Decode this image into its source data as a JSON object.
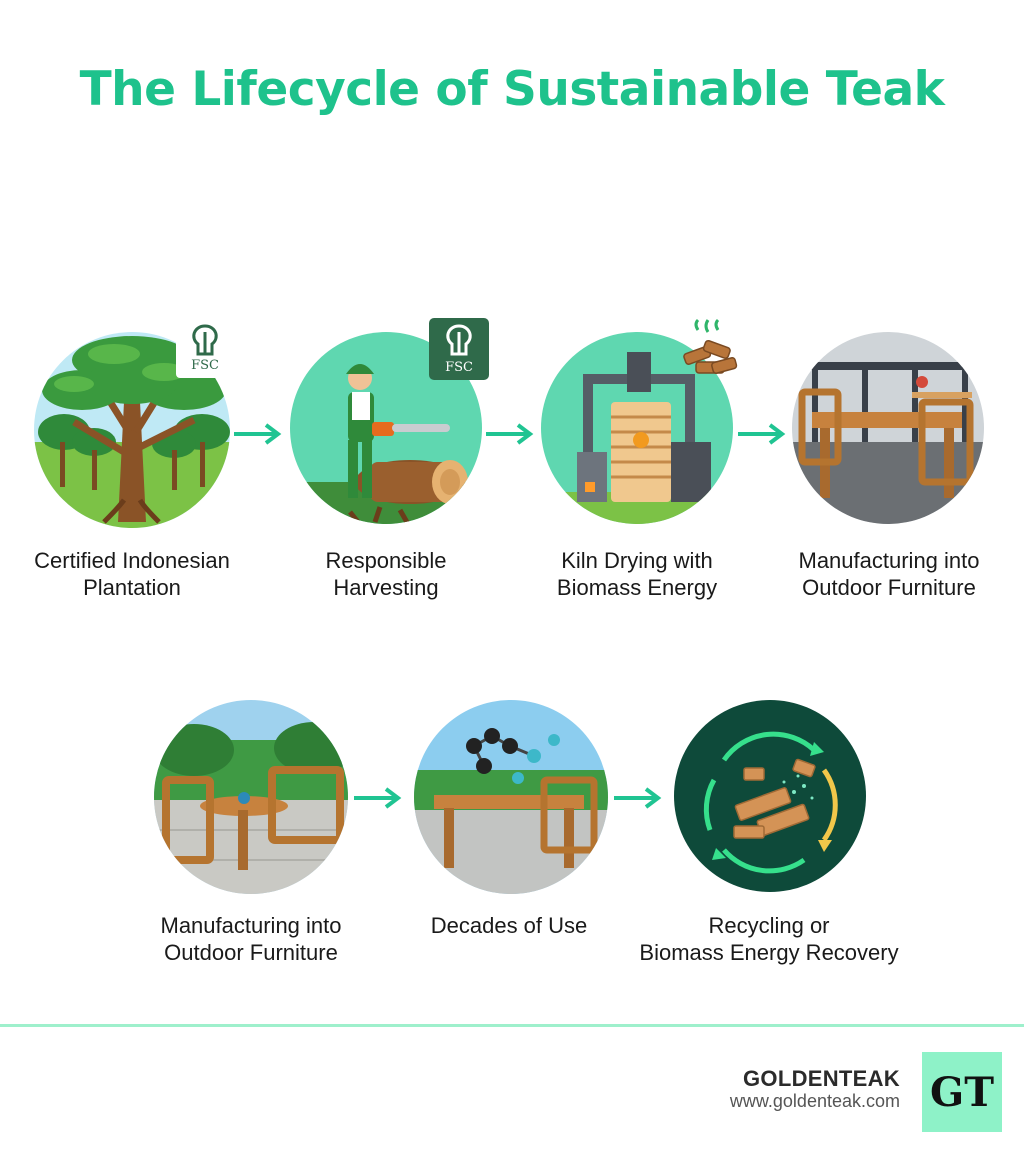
{
  "title": "The Lifecycle of Sustainable Teak",
  "colors": {
    "title": "#1ec28c",
    "arrow": "#20c492",
    "divider": "#9ef0cc",
    "logo_bg": "#8ef2c8",
    "badge_bg": "#2f6a4a"
  },
  "steps": [
    {
      "lines": [
        "Certified Indonesian",
        "Plantation"
      ],
      "icon": "teak-plantation-icon",
      "badge": "FSC"
    },
    {
      "lines": [
        "Responsible",
        "Harvesting"
      ],
      "icon": "chainsaw-harvesting-icon",
      "badge": "FSC"
    },
    {
      "lines": [
        "Kiln Drying with",
        "Biomass Energy"
      ],
      "icon": "biomass-kiln-icon"
    },
    {
      "lines": [
        "Manufacturing into",
        "Outdoor Furniture"
      ],
      "icon": "furniture-workshop-icon"
    },
    {
      "lines": [
        "Manufacturing into",
        "Outdoor Furniture"
      ],
      "icon": "garden-furniture-icon"
    },
    {
      "lines": [
        "Decades of Use"
      ],
      "icon": "patio-table-molecule-icon"
    },
    {
      "lines": [
        "Recycling or",
        "Biomass Energy Recovery"
      ],
      "icon": "recycling-wood-icon"
    }
  ],
  "footer": {
    "brand": "GOLDENTEAK",
    "url": "www.goldenteak.com",
    "logo_text": "GT"
  }
}
